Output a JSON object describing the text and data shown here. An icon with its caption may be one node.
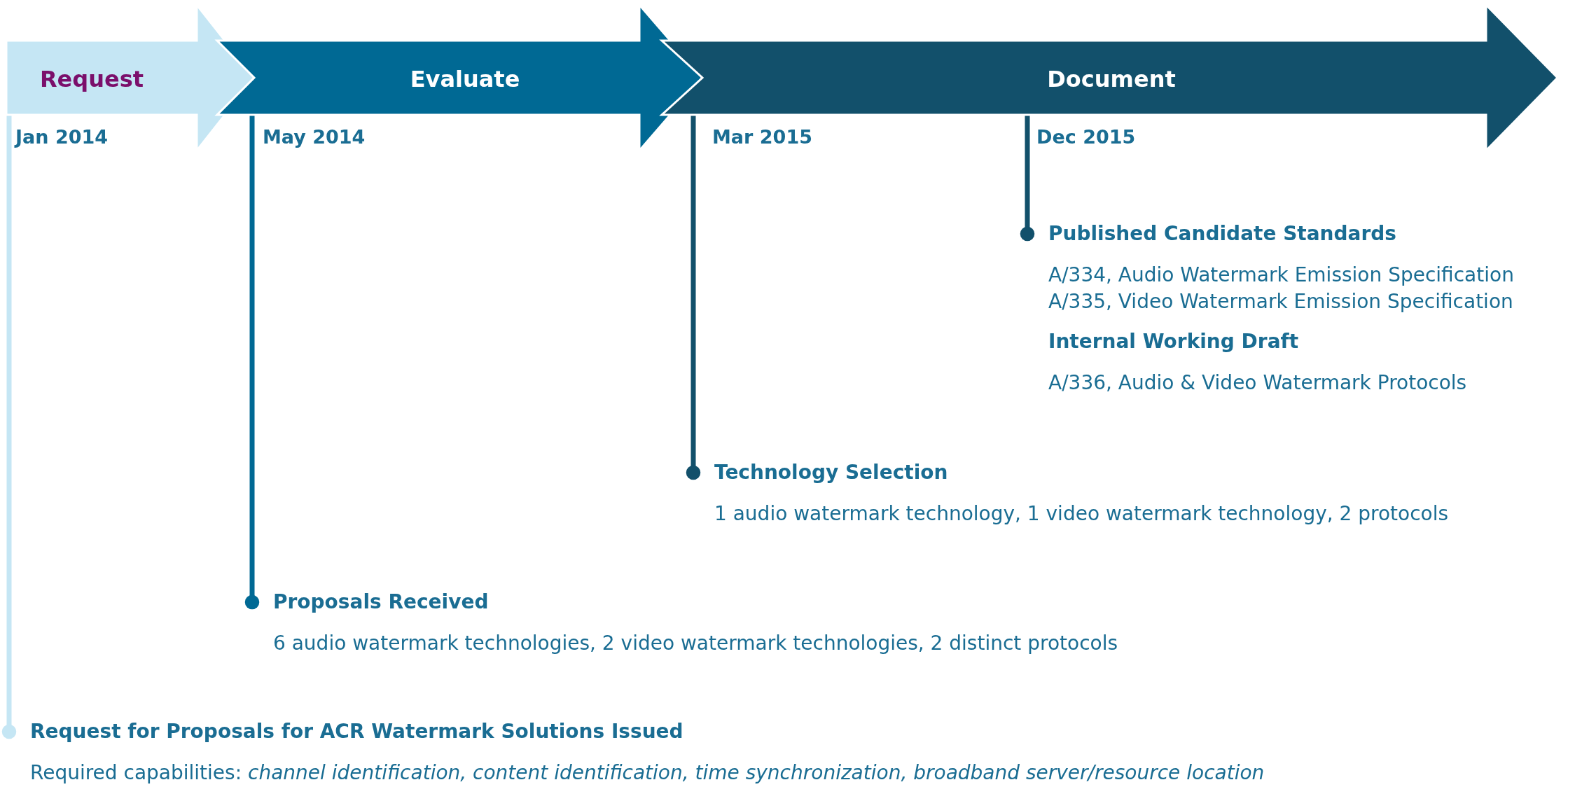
{
  "diagram": {
    "nodes": [
      {
        "text": [
          "Request"
        ]
      },
      {
        "text": [
          "Evaluate"
        ]
      },
      {
        "text": [
          "Document"
        ]
      },
      {
        "text": [
          "Published Candidate Standards",
          "A/334, Audio Watermark Emission Specification",
          "A/335, Video Watermark Emission Specification"
        ]
      },
      {
        "text": [
          "Internal Working Draft",
          "A/336, Audio & Video Watermark Protocols"
        ]
      },
      {
        "text": [
          "Technology Selection",
          "1 audio watermark technology, 1 video watermark technology, 2 protocols"
        ]
      },
      {
        "text": [
          "Proposals Received",
          "6 audio watermark technologies, 2 video watermark technologies, 2 distinct protocols"
        ]
      },
      {
        "text": [
          "Request for Proposals for ACR Watermark Solutions Issued",
          "Required capabilities: *channel identification, content identification, time synchronization, broadband server/resource location*"
        ]
      }
    ],
    "edges": [
      {
        "from": 2,
        "to": 3,
        "arrow": "other"
      },
      {
        "from": 2,
        "to": 5,
        "arrow": "other"
      },
      {
        "from": 1,
        "to": 6,
        "arrow": "other",
        "color": "#006994"
      },
      {
        "from": 0,
        "to": 7,
        "arrow": "other",
        "color": "#c5e6f4"
      }
    ],
    "labels": [
      "Jan 2014",
      "May 2014",
      "Mar 2015",
      "Dec 2015"
    ]
  }
}
